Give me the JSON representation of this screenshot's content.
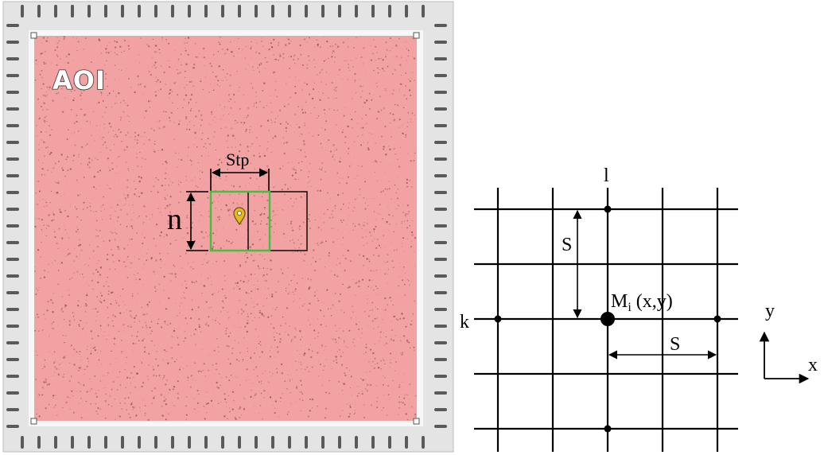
{
  "left_panel": {
    "aoi_label": "AOI",
    "step_label": "Stp",
    "subset_size_label": "n",
    "colors": {
      "aoi_fill": "#f2a2a2",
      "subset_current": "#3fc23f",
      "subset_next": "#000000",
      "marker": "#e8b820",
      "frame": "#e6e6e6"
    },
    "icons": [
      "location-pin-icon"
    ]
  },
  "right_panel": {
    "grid_spacing_label": "S",
    "row_label": "k",
    "column_label": "l",
    "point_label_main": "M",
    "point_label_sub": "i",
    "point_label_coords": " (x,y)",
    "axis_x_label": "x",
    "axis_y_label": "y",
    "grid_lines_vertical": 5,
    "grid_lines_horizontal": 5
  }
}
